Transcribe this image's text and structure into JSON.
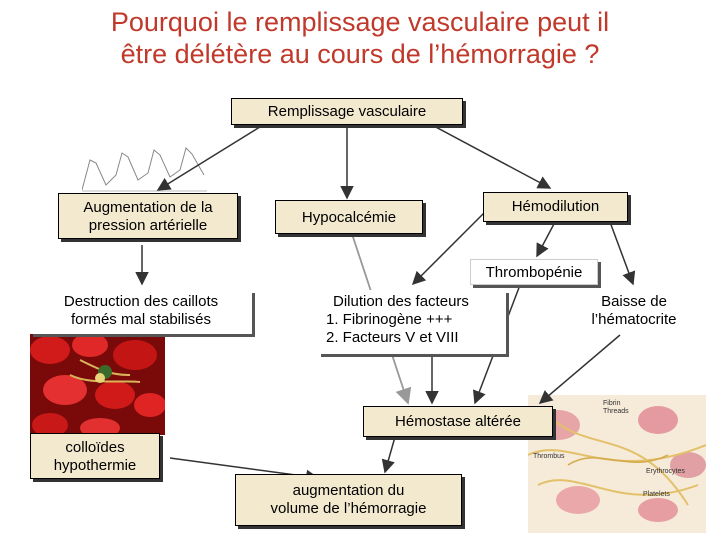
{
  "title_line1": "Pourquoi le remplissage vasculaire peut il",
  "title_line2": "être délétère au cours de l’hémorragie ?",
  "nodes": {
    "remplissage": "Remplissage vasculaire",
    "augmentation_pa_1": "Augmentation de la",
    "augmentation_pa_2": "pression artérielle",
    "hypocalcemie": "Hypocalcémie",
    "hemodilution": "Hémodilution",
    "thrombopenie": "Thrombopénie",
    "destruction_1": "Destruction des caillots",
    "destruction_2": "formés mal stabilisés",
    "dilution_1": "Dilution des facteurs",
    "dilution_2": "1. Fibrinogène +++",
    "dilution_3": "2. Facteurs V et VIII",
    "baisse_1": "Baisse de",
    "baisse_2": "l’hématocrite",
    "hemostase": "Hémostase altérée",
    "colloides_1": "colloïdes",
    "colloides_2": "hypothermie",
    "augmentation_vol_1": "augmentation du",
    "augmentation_vol_2": "volume de l’hémorragie"
  },
  "image_labels": {
    "fibrin": "Fibrin Threads",
    "thrombus": "Thrombus",
    "erythrocytes": "Erythrocytes",
    "platelets": "Platelets"
  },
  "colors": {
    "title": "#c0392b",
    "box_fill": "#f3e9cf",
    "arrow": "#333333",
    "gray_arrow": "#999999"
  }
}
